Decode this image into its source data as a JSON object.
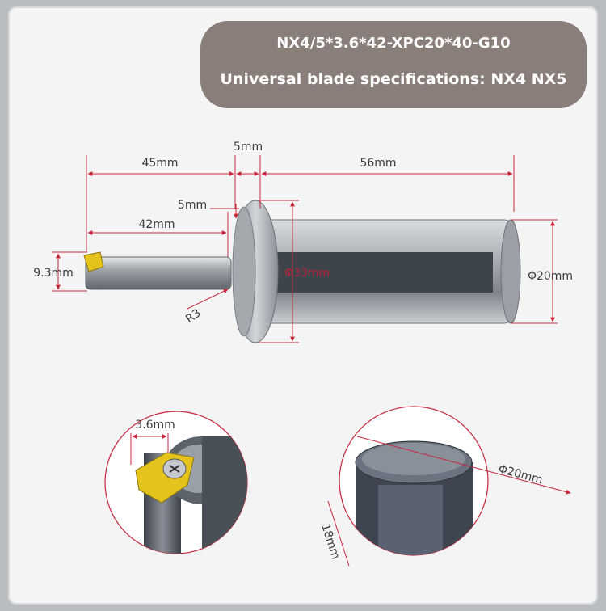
{
  "banner": {
    "line1": "NX4/5*3.6*42-XPC20*40-G10",
    "line2": "Universal blade specifications: NX4 NX5"
  },
  "dimensions": {
    "d45": "45mm",
    "d5top": "5mm",
    "d56": "56mm",
    "d5small": "5mm",
    "d42": "42mm",
    "d93": "9.3mm",
    "r3": "R3",
    "phi33": "Φ33mm",
    "phi20": "Φ20mm",
    "d36": "3.6mm",
    "phi20b": "Φ20mm",
    "d18": "18mm"
  },
  "colors": {
    "dimension_line": "#c8283c",
    "banner_bg": "#8a7e7b",
    "blade_yellow": "#e3c31c",
    "metal": "#8d9298"
  }
}
